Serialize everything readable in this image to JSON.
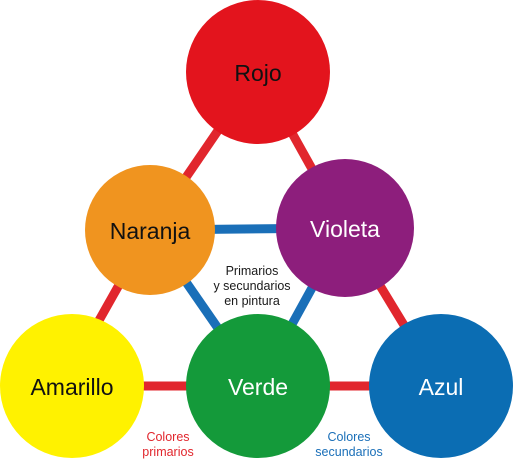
{
  "colors": {
    "primary_link": "#e1262d",
    "secondary_link": "#1a6fb8",
    "rojo": "#e3141d",
    "naranja": "#f0941f",
    "violeta": "#8d1e7c",
    "amarillo": "#fff200",
    "verde": "#149a3a",
    "azul": "#0b6db3",
    "label_dark": "#111111",
    "label_light": "#ffffff"
  },
  "nodes": {
    "rojo": {
      "label": "Rojo"
    },
    "naranja": {
      "label": "Naranja"
    },
    "violeta": {
      "label": "Violeta"
    },
    "amarillo": {
      "label": "Amarillo"
    },
    "verde": {
      "label": "Verde"
    },
    "azul": {
      "label": "Azul"
    }
  },
  "center": {
    "line1": "Primarios",
    "line2": "y secundarios",
    "line3": "en pintura"
  },
  "legend": {
    "primary_line1": "Colores",
    "primary_line2": "primarios",
    "secondary_line1": "Colores",
    "secondary_line2": "secundarios"
  }
}
